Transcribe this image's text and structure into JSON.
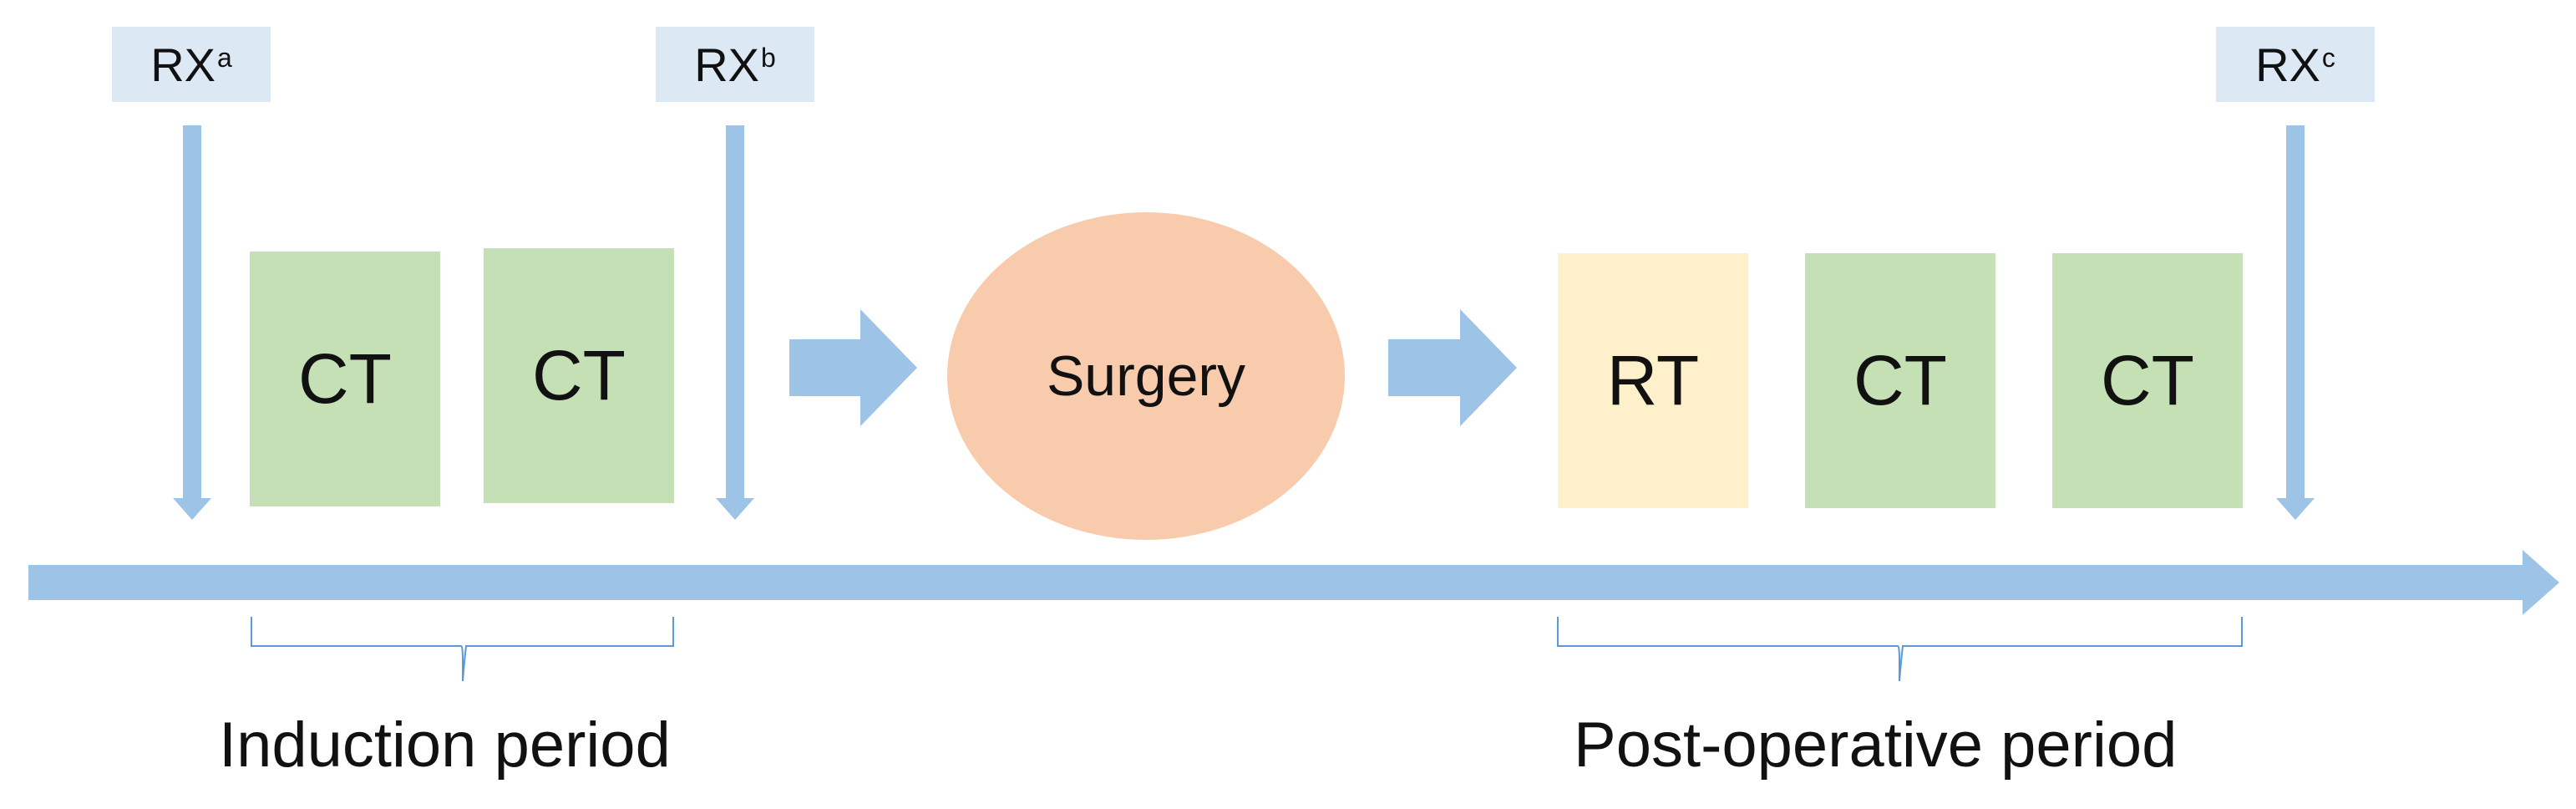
{
  "rx_labels": [
    {
      "base": "RX",
      "sup": "a"
    },
    {
      "base": "RX",
      "sup": "b"
    },
    {
      "base": "RX",
      "sup": "c"
    }
  ],
  "induction": {
    "boxes": [
      "CT",
      "CT"
    ],
    "label": "Induction period"
  },
  "surgery": {
    "label": "Surgery"
  },
  "post_operative": {
    "boxes": [
      "RT",
      "CT",
      "CT"
    ],
    "label": "Post-operative period"
  },
  "colors": {
    "arrow": "#9DC3E6",
    "rx_bg": "#DDE8F5",
    "ct_fill": "#C5E0B4",
    "rt_fill": "#FFF0CC",
    "surgery_fill": "#F8CBAD",
    "brace": "#5B9BD5"
  }
}
